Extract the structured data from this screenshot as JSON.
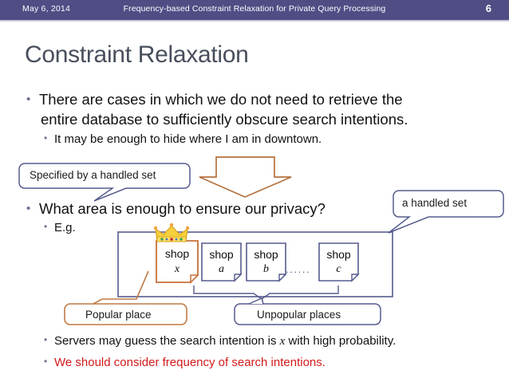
{
  "header": {
    "date": "May 6, 2014",
    "title": "Frequency-based Constraint Relaxation for Private Query Processing",
    "slide_number": "6",
    "band_color": "#504d85"
  },
  "slide": {
    "title": "Constraint Relaxation",
    "title_color": "#474f5c"
  },
  "bullets": {
    "b1_line1": "There are cases in which we do not need to retrieve the",
    "b1_line2": "entire database to sufficiently obscure search intentions.",
    "b1_sub": "It may be enough to hide where I am in downtown.",
    "b2": "What area is enough to ensure our privacy?",
    "b2_sub": "E.g.",
    "b3_pre": "Servers may guess the search intention is ",
    "b3_var": "x",
    "b3_post": " with high probability.",
    "b4": "We should consider frequency of search intentions.",
    "b4_color": "#d11a1a"
  },
  "callouts": {
    "specified": "Specified by a handled set",
    "handled": "a handled set",
    "popular": "Popular place",
    "unpopular": "Unpopular places",
    "navy": "#565b8e",
    "orange": "#c07a45"
  },
  "diagram": {
    "shops": [
      {
        "label": "shop",
        "sub": "x",
        "color": "#c87137",
        "highlight": true
      },
      {
        "label": "shop",
        "sub": "a",
        "color": "#565b8e",
        "highlight": false
      },
      {
        "label": "shop",
        "sub": "b",
        "color": "#565b8e",
        "highlight": false
      },
      {
        "label": "shop",
        "sub": "c",
        "color": "#565b8e",
        "highlight": false
      }
    ],
    "ellipsis": "......",
    "crown_icon": "crown-icon",
    "arrow_icon": "down-arrow-icon",
    "arrow_color": "#b5703c"
  }
}
